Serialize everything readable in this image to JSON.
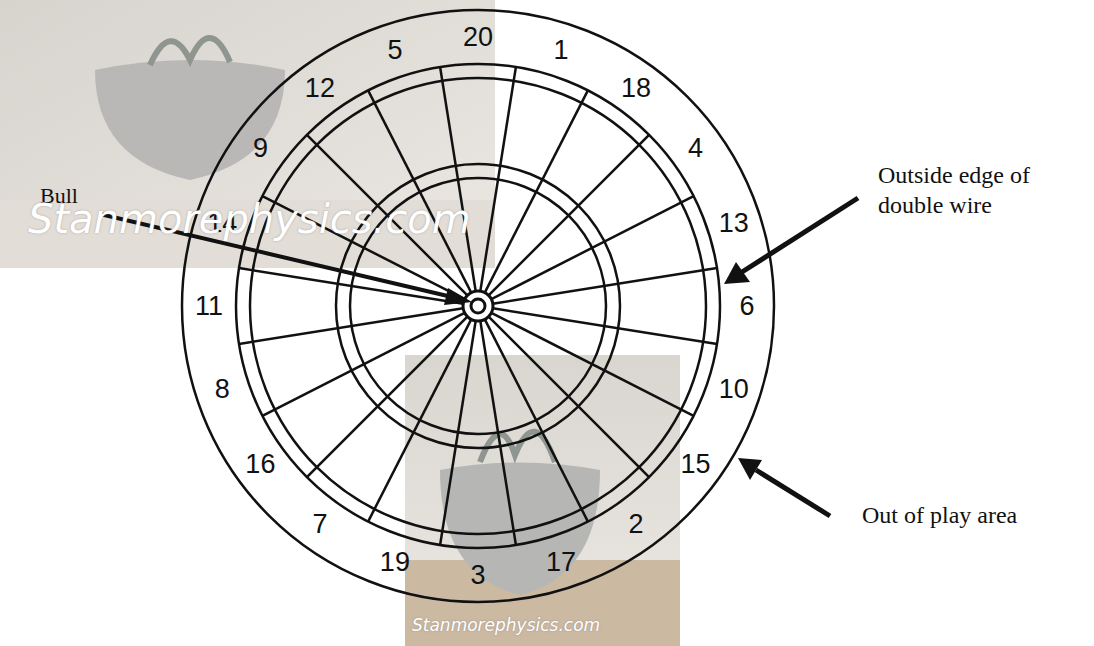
{
  "diagram": {
    "labels": [
      "20",
      "1",
      "18",
      "4",
      "13",
      "6",
      "10",
      "15",
      "2",
      "17",
      "3",
      "19",
      "7",
      "16",
      "8",
      "11",
      "14",
      "9",
      "12",
      "5",
      "Bull",
      "Outside edge of double wire",
      "Out of play area",
      "Stanmorephysics.com",
      "Stanmorephysics.com"
    ]
  }
}
